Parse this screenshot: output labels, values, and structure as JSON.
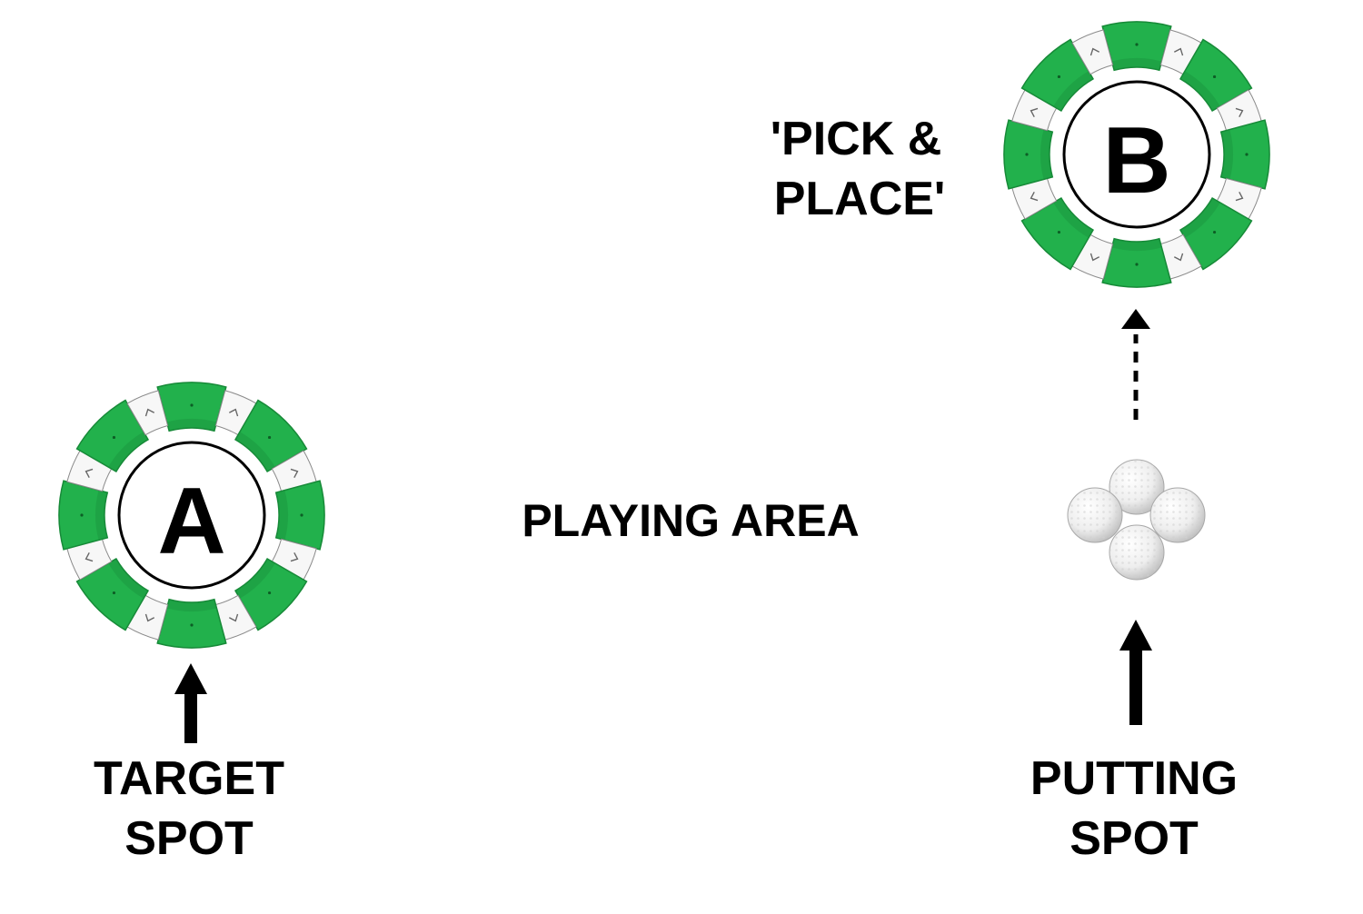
{
  "labels": {
    "playing_area": "PLAYING AREA",
    "target_spot": [
      "TARGET",
      "SPOT"
    ],
    "putting_spot": [
      "PUTTING",
      "SPOT"
    ],
    "pick_place": [
      "'PICK &",
      "PLACE'"
    ]
  },
  "targets": {
    "a": {
      "letter": "A"
    },
    "b": {
      "letter": "B"
    }
  },
  "colors": {
    "segment_green": "#22b14c",
    "segment_green_dark": "#178a38",
    "spacer_white": "#f7f7f7",
    "outline": "#8a8a8a",
    "ink": "#000000",
    "ball": "#e8e8e8"
  },
  "icons": {
    "ring": "target-ring-icon",
    "balls": "golf-ball-icon",
    "arrow": "arrow-up-icon",
    "dashed_arrow": "dashed-arrow-up-icon"
  },
  "ball_count": 4
}
